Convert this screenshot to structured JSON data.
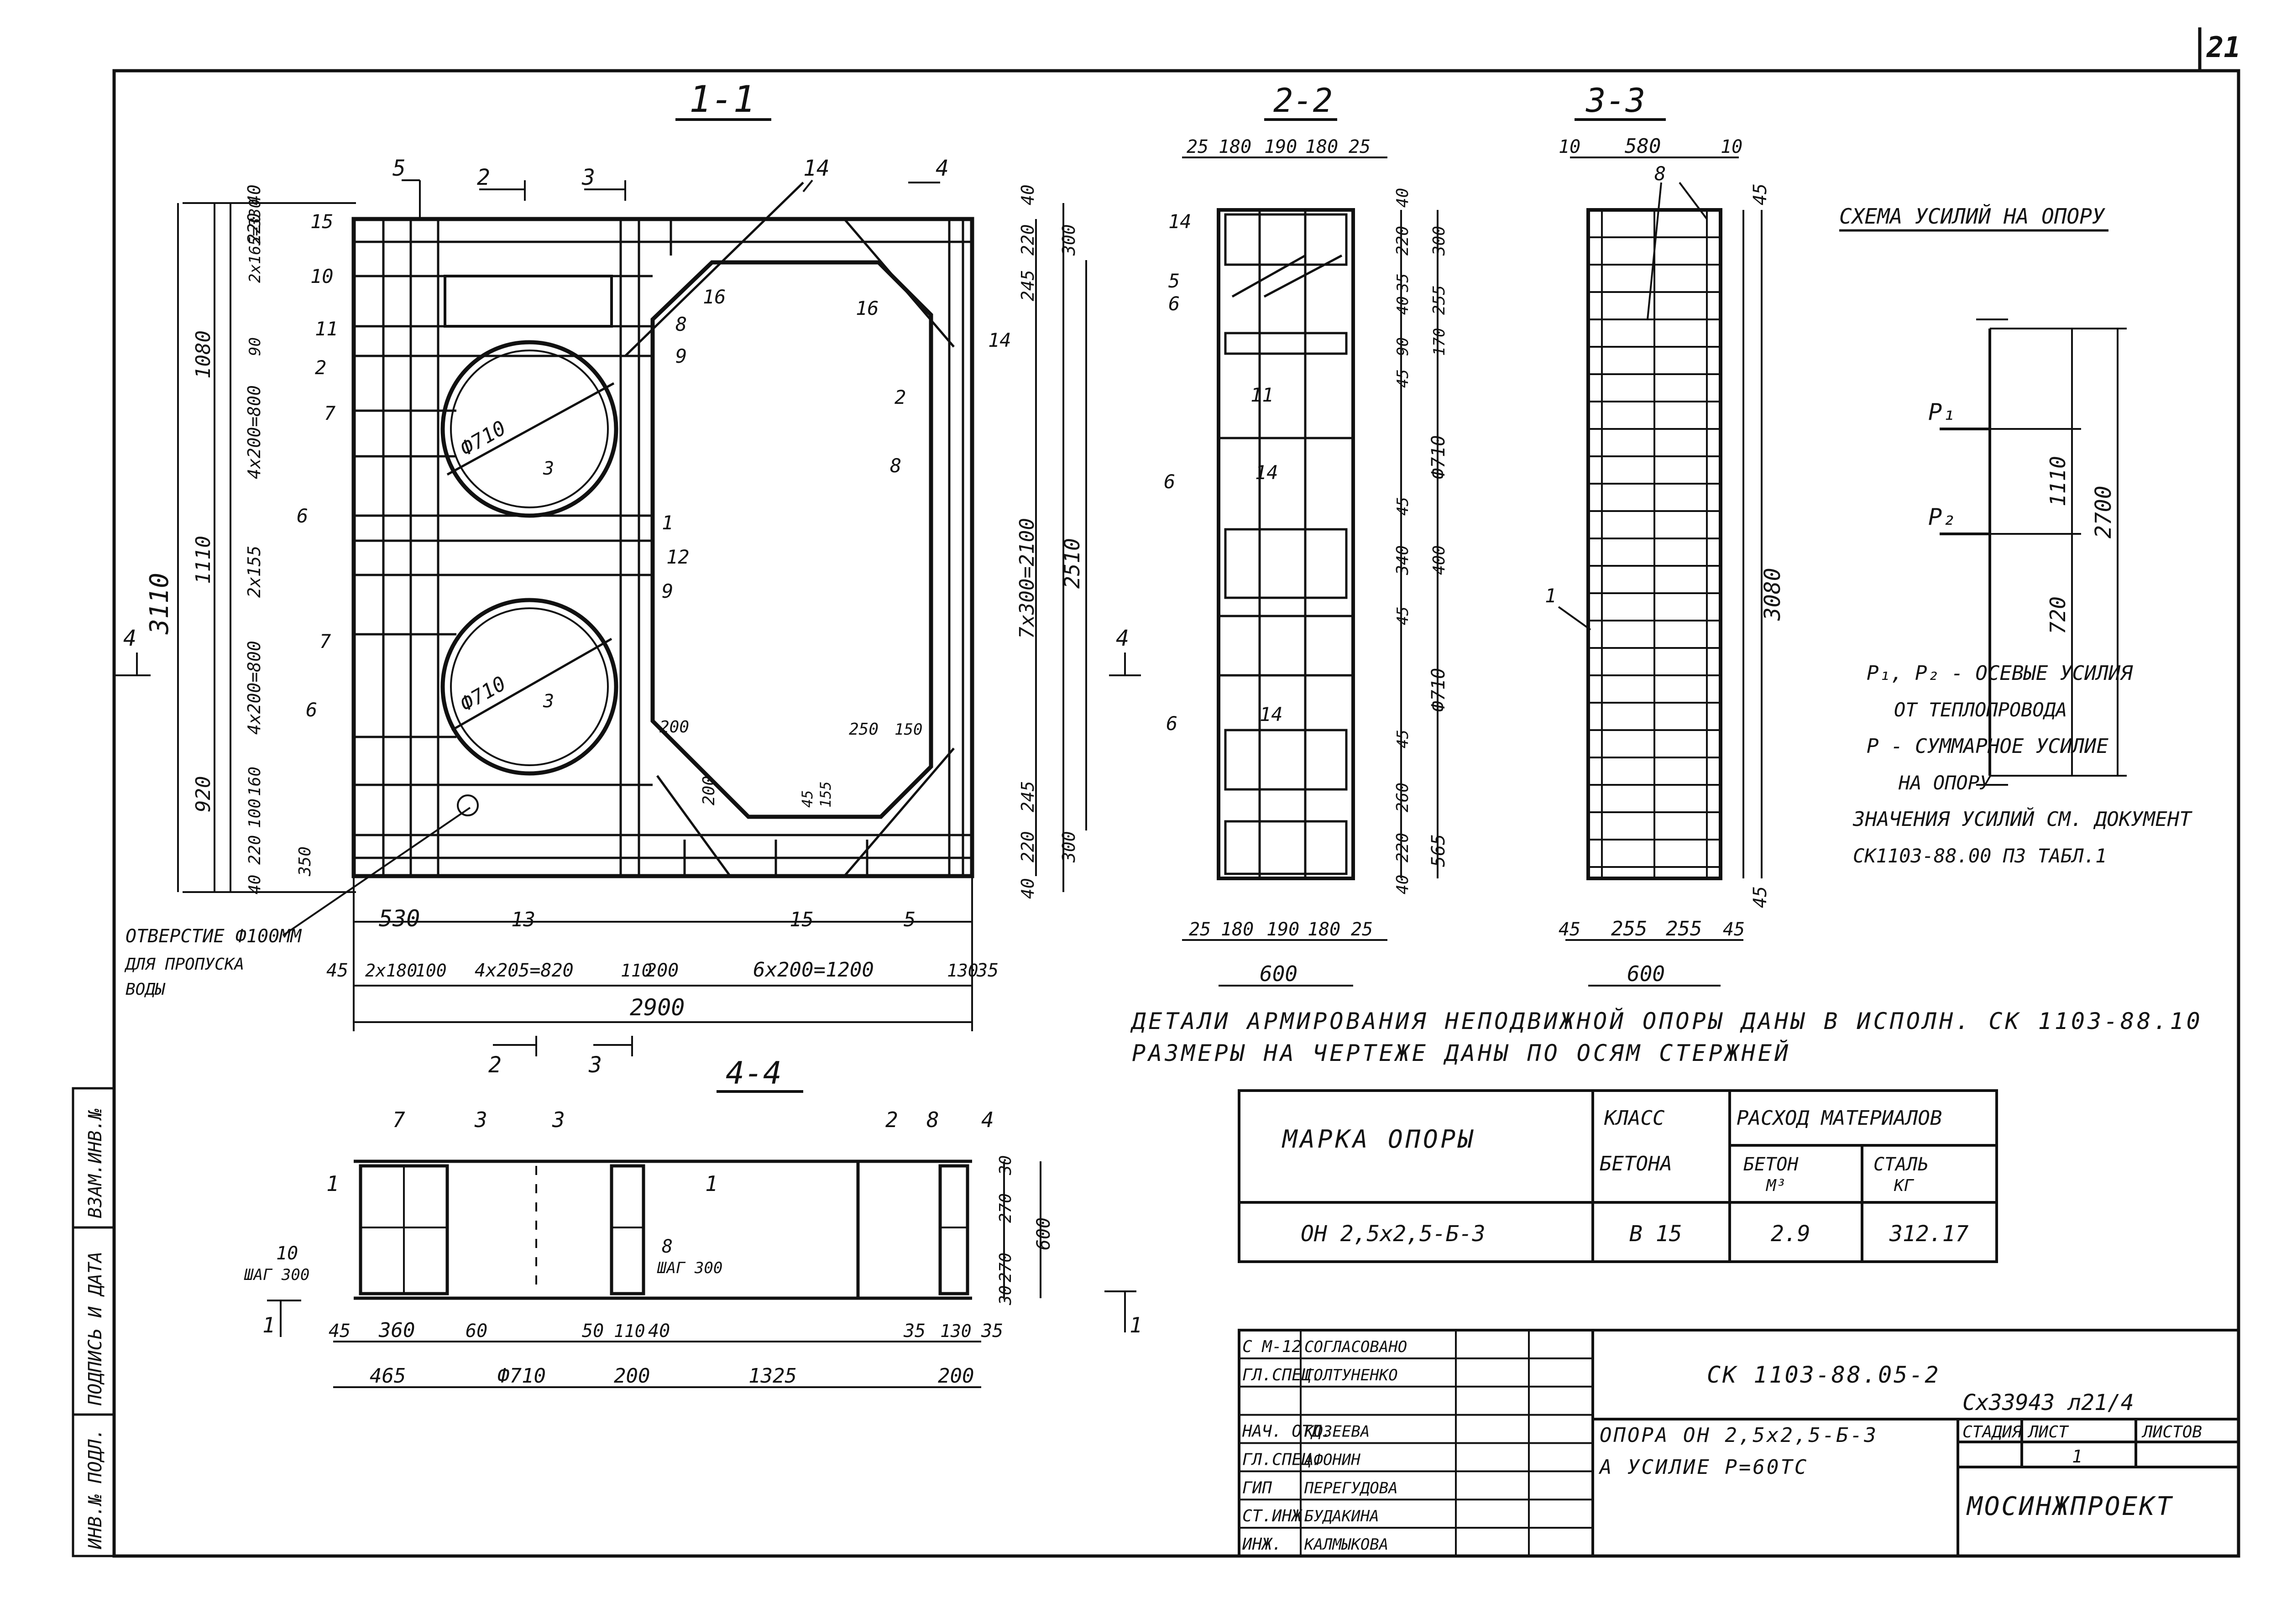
{
  "page_number": "21",
  "sections": {
    "s11": "1-1",
    "s22": "2-2",
    "s33": "3-3",
    "s44": "4-4"
  },
  "schema": {
    "title": "СХЕМА УСИЛИЙ НА ОПОРУ",
    "p1": "P₁",
    "p2": "P₂",
    "d1110": "1110",
    "d720": "720",
    "d2700": "2700",
    "note1": "P₁, P₂ - ОСЕВЫЕ УСИЛИЯ",
    "note2": "ОТ ТЕПЛОПРОВОДА",
    "note3": "P - СУММАРНОЕ УСИЛИЕ",
    "note4": "НА ОПОРУ",
    "note5": "ЗНАЧЕНИЯ УСИЛИЙ СМ. ДОКУМЕНТ",
    "note6": "СК1103-88.00 ПЗ ТАБЛ.1"
  },
  "notes": {
    "line1": "ДЕТАЛИ АРМИРОВАНИЯ НЕПОДВИЖНОЙ ОПОРЫ ДАНЫ В ИСПОЛН. СК 1103-88.10",
    "line2": "РАЗМЕРЫ НА ЧЕРТЕЖЕ ДАНЫ ПО ОСЯМ СТЕРЖНЕЙ",
    "hole1": "ОТВЕРСТИЕ Ф100ММ",
    "hole2": "ДЛЯ ПРОПУСКА",
    "hole3": "ВОДЫ"
  },
  "view11": {
    "top_dims": [
      "5",
      "2",
      "3",
      "14",
      "4"
    ],
    "left_dims": [
      "1080",
      "1110",
      "920",
      "3110",
      "40",
      "220",
      "90",
      "2x165=330",
      "4x200=800",
      "2x155",
      "4x200=800",
      "160",
      "100",
      "220",
      "40",
      "350"
    ],
    "right_dims": [
      "40",
      "220",
      "300",
      "245",
      "7x300=2100",
      "2510",
      "245",
      "220",
      "300",
      "40"
    ],
    "bottom_dims": [
      "530",
      "13",
      "15",
      "5",
      "45",
      "2x180",
      "100",
      "4x205=820",
      "110",
      "200",
      "6x200=1200",
      "130",
      "35",
      "2900"
    ],
    "phi": "Ф710",
    "marks": [
      "15",
      "10",
      "11",
      "2",
      "7",
      "6",
      "7",
      "6",
      "16",
      "8",
      "9",
      "1",
      "12",
      "9",
      "3",
      "3",
      "16",
      "14",
      "2",
      "8",
      "200",
      "200",
      "250",
      "150",
      "45",
      "155"
    ],
    "sec4": "4"
  },
  "view22": {
    "top": [
      "25",
      "180",
      "190",
      "180",
      "25"
    ],
    "bottom": [
      "25",
      "180",
      "190",
      "180",
      "25"
    ],
    "total": "600",
    "right": [
      "40",
      "220",
      "300",
      "35",
      "40",
      "255",
      "90",
      "170",
      "45",
      "Ф710",
      "45",
      "340",
      "400",
      "45",
      "Ф710",
      "45",
      "260",
      "220",
      "565",
      "40"
    ],
    "marks": [
      "14",
      "5",
      "6",
      "11",
      "6",
      "14",
      "6",
      "14"
    ]
  },
  "view33": {
    "top": [
      "10",
      "580",
      "10"
    ],
    "bottom": [
      "45",
      "255",
      "255",
      "45"
    ],
    "total": "600",
    "right": [
      "45",
      "3080",
      "45"
    ],
    "marks": [
      "8",
      "1"
    ]
  },
  "view44": {
    "marks": [
      "7",
      "3",
      "3",
      "1",
      "1",
      "2",
      "8",
      "4",
      "10",
      "ШАГ 300",
      "8",
      "ШАГ 300",
      "1",
      "1"
    ],
    "right": [
      "30",
      "270",
      "600",
      "270",
      "30"
    ],
    "bottom1": [
      "45",
      "360",
      "60",
      "50",
      "110",
      "40",
      "35",
      "130",
      "35"
    ],
    "bottom2": [
      "465",
      "Ф710",
      "200",
      "1325",
      "200"
    ]
  },
  "table": {
    "h_mark": "МАРКА ОПОРЫ",
    "h_class1": "КЛАСС",
    "h_class2": "БЕТОНА",
    "h_mat": "РАСХОД МАТЕРИАЛОВ",
    "h_beton1": "БЕТОН",
    "h_beton2": "М³",
    "h_steel1": "СТАЛЬ",
    "h_steel2": "КГ",
    "mark": "ОН 2,5x2,5-Б-3",
    "class": "В 15",
    "beton": "2.9",
    "steel": "312.17"
  },
  "stamp": {
    "code": "СК 1103-88.05-2",
    "title1": "ОПОРА ОН 2,5x2,5-Б-3",
    "title2": "А УСИЛИЕ Р=60ТС",
    "stage": "СТАДИЯ",
    "sheet": "ЛИСТ",
    "sheets": "ЛИСТОВ",
    "sheet_no": "1",
    "org": "МОСИНЖПРОЕКТ",
    "handwritten": "Сх33943 л21/4",
    "rows": [
      {
        "role": "С М-12",
        "name": "СОГЛАСОВАНО"
      },
      {
        "role": "ГЛ.СПЕЦ.",
        "name": "ГОЛТУНЕНКО"
      },
      {
        "role": "",
        "name": ""
      },
      {
        "role": "НАЧ. ОТД.",
        "name": "КОЗЕЕВА"
      },
      {
        "role": "ГЛ.СПЕЦ.",
        "name": "АФОНИН"
      },
      {
        "role": "ГИП",
        "name": "ПЕРЕГУДОВА"
      },
      {
        "role": "СТ.ИНЖ.",
        "name": "БУДАКИНА"
      },
      {
        "role": "ИНЖ.",
        "name": "КАЛМЫКОВА"
      }
    ]
  },
  "side": {
    "c1": "ИНВ.№ ПОДЛ.",
    "c2": "ПОДПИСЬ И ДАТА",
    "c3": "ВЗАМ.ИНВ.№"
  },
  "colors": {
    "ink": "#111111",
    "paper": "#ffffff"
  }
}
